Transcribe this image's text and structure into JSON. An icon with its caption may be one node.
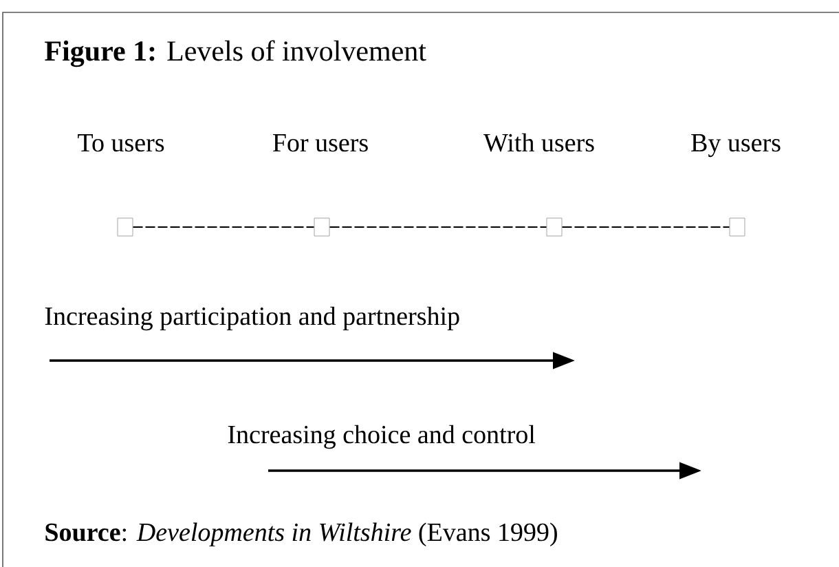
{
  "diagram": {
    "title": "**Figure 1:** Levels of involvement",
    "caption": "**Source**: *Developments in Wiltshire* (Evans 1999)",
    "nodes": [
      {
        "text": [],
        "shape": "box",
        "beside": [
          "To users"
        ]
      },
      {
        "text": [],
        "shape": "box",
        "beside": [
          "For users"
        ]
      },
      {
        "text": [],
        "shape": "box",
        "beside": [
          "With users"
        ]
      },
      {
        "text": [],
        "shape": "box",
        "beside": [
          "By users"
        ]
      }
    ],
    "edges": [
      {
        "from": 0,
        "to": 1,
        "arrow": "none",
        "style": "dashed"
      },
      {
        "from": 1,
        "to": 2,
        "arrow": "none",
        "style": "dashed"
      },
      {
        "from": 2,
        "to": 3,
        "arrow": "none",
        "style": "dashed"
      }
    ],
    "labels": [
      "Increasing participation and partnership",
      "Increasing choice and control"
    ]
  }
}
